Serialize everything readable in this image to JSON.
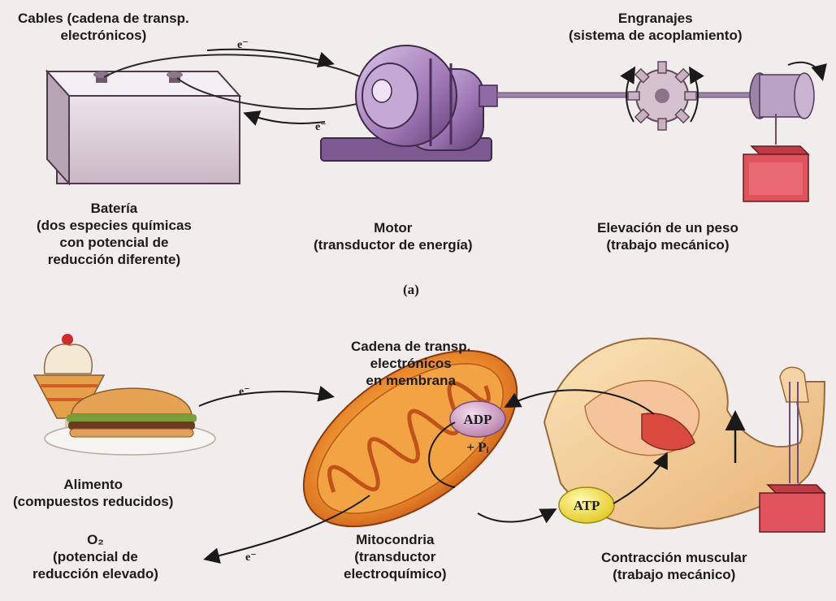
{
  "panel_a": {
    "cables": [
      "Cables (cadena de transp.",
      "electrónicos)"
    ],
    "engranajes": [
      "Engranajes",
      "(sistema de acoplamiento)"
    ],
    "bateria": [
      "Batería",
      "(dos especies químicas",
      "con potencial de",
      "reducción diferente)"
    ],
    "motor": [
      "Motor",
      "(transductor de energía)"
    ],
    "elevacion": [
      "Elevación de un peso",
      "(trabajo mecánico)"
    ],
    "electron_top": "e⁻",
    "electron_bottom": "e⁻",
    "caption": "(a)"
  },
  "panel_b": {
    "cadena": [
      "Cadena de transp.",
      "electrónicos",
      "en membrana"
    ],
    "alimento": [
      "Alimento",
      "(compuestos reducidos)"
    ],
    "o2": [
      "O₂",
      "(potencial de",
      "reducción elevado)"
    ],
    "mitocondria": [
      "Mitocondria",
      "(transductor",
      "electroquímico)"
    ],
    "contraccion": [
      "Contracción muscular",
      "(trabajo mecánico)"
    ],
    "adp": "ADP",
    "pi": "+ Pᵢ",
    "atp": "ATP",
    "electron_food": "e⁻",
    "electron_o2": "e⁻"
  },
  "colors": {
    "background": "#f1eded",
    "motor": "#9c7ab0",
    "battery": "#d8cbd6",
    "weight": "#e0535c",
    "mitochondria": "#e8852a",
    "muscle": "#f1c98a",
    "adp": "#cfa6c8",
    "atp": "#f5e35a"
  }
}
